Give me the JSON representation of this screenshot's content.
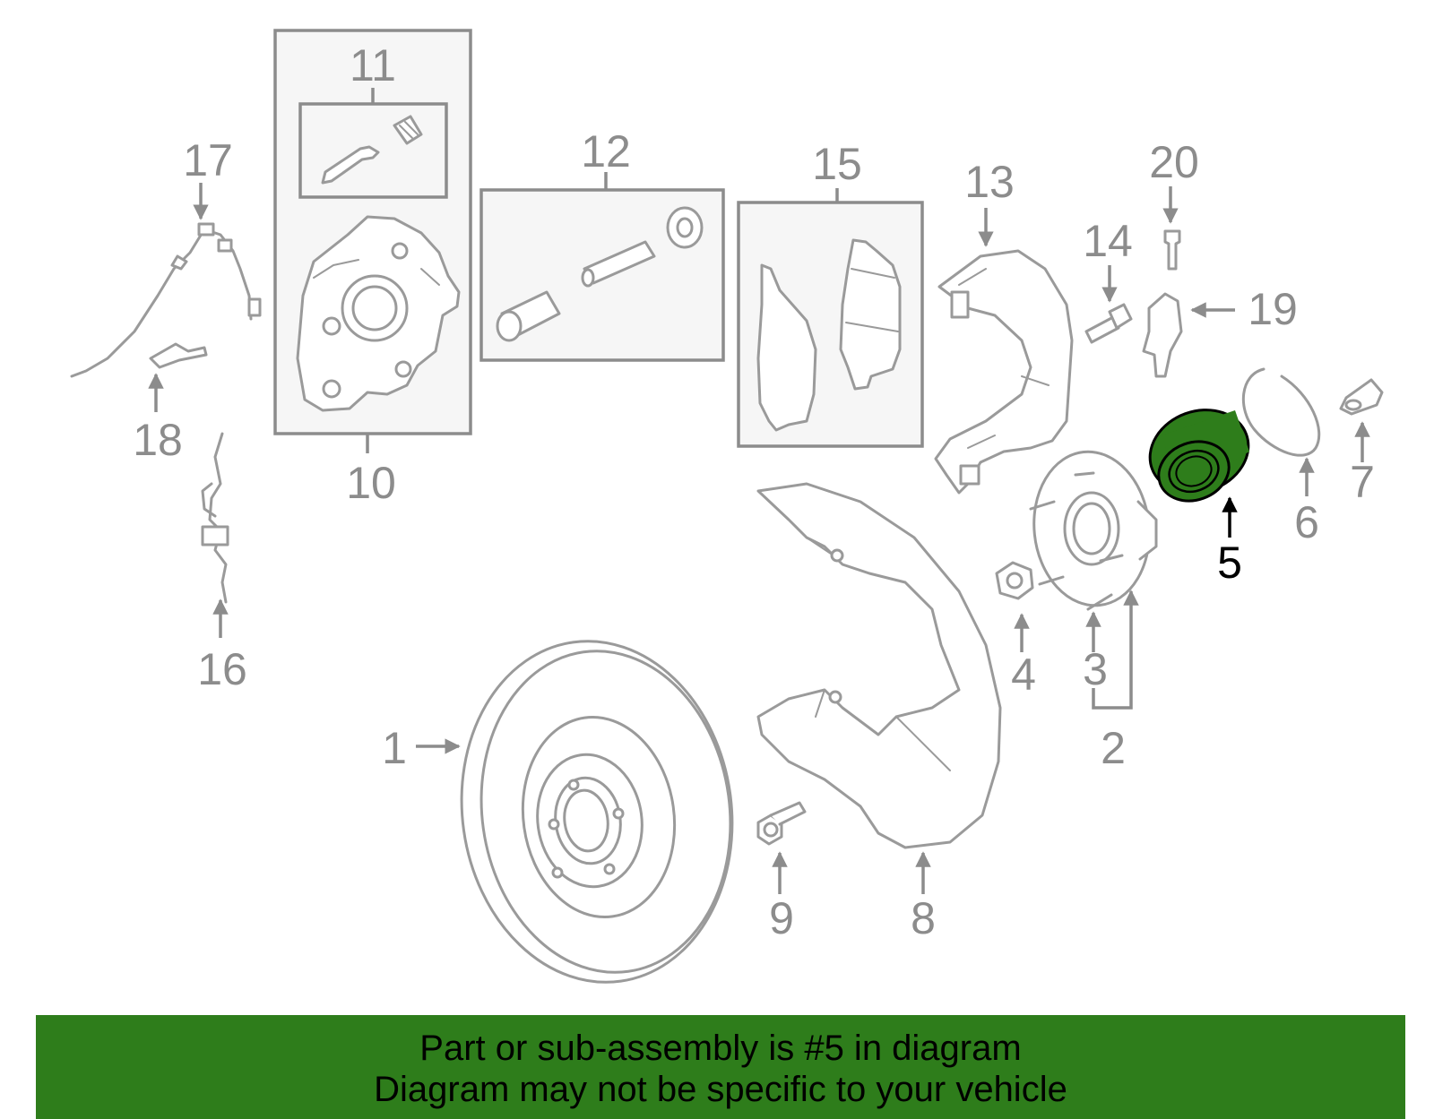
{
  "diagram": {
    "highlight_color": "#2e7d1b",
    "highlighted_part": "5",
    "callouts": {
      "c1": "1",
      "c2": "2",
      "c3": "3",
      "c4": "4",
      "c5": "5",
      "c6": "6",
      "c7": "7",
      "c8": "8",
      "c9": "9",
      "c10": "10",
      "c11": "11",
      "c12": "12",
      "c13": "13",
      "c14": "14",
      "c15": "15",
      "c16": "16",
      "c17": "17",
      "c18": "18",
      "c19": "19",
      "c20": "20"
    }
  },
  "banner": {
    "background": "#2e7d1b",
    "line1": "Part or sub-assembly is #5 in diagram",
    "line2": "Diagram may not be specific to your vehicle"
  }
}
